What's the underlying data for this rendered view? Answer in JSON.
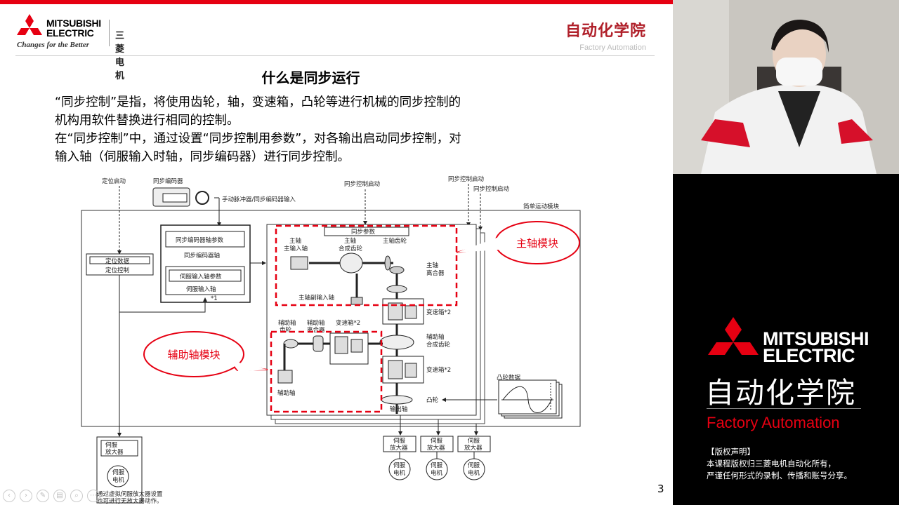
{
  "header": {
    "brand_line1": "MITSUBISHI",
    "brand_line2": "ELECTRIC",
    "brand_cn": "三菱电机",
    "tagline": "Changes for the Better",
    "academy_cn": "自动化学院",
    "academy_en": "Factory Automation"
  },
  "slide": {
    "title": "什么是同步运行",
    "paragraph_lines": [
      "“同步控制”是指，将使用齿轮，轴，变速箱，凸轮等进行机械的同步控制的",
      "机构用软件替换进行相同的控制。",
      "在“同步控制”中，通过设置“同步控制用参数”，对各输出启动同步控制，对",
      "输入轴（伺服输入时轴，同步编码器）进行同步控制。"
    ],
    "page_number": "3"
  },
  "diagram": {
    "labels": {
      "positioning_start": "定位启动",
      "sync_encoder": "同步编码器",
      "manual_pulse": "手动脉冲器/同步编码器输入",
      "sync_start_1": "同步控制启动",
      "sync_start_2": "同步控制启动",
      "sync_start_3": "同步控制启动",
      "simple_motion": "简单运动模块",
      "pos_data": "定位数据",
      "pos_control": "定位控制",
      "enc_axis_param": "同步编码器轴参数",
      "enc_axis": "同步编码器轴",
      "servo_in_param": "伺服输入轴参数",
      "servo_in_axis": "伺服输入轴",
      "note1": "*1",
      "sync_param": "同步参数",
      "main_input_1": "主轴",
      "main_input_2": "主输入轴",
      "main_comp_1": "主轴",
      "main_comp_2": "合成齿轮",
      "main_gear": "主轴齿轮",
      "main_clutch_1": "主轴",
      "main_clutch_2": "离合器",
      "main_sub_input": "主轴副输入轴",
      "gearbox_1": "变速箱*2",
      "aux_gear_1": "辅助轴",
      "aux_gear_2": "齿轮",
      "aux_clutch_1": "辅助轴",
      "aux_clutch_2": "离合器",
      "gearbox_top": "变速箱*2",
      "aux_comp_1": "辅助轴",
      "aux_comp_2": "合成齿轮",
      "gearbox_2": "变速箱*2",
      "aux_axis": "辅助轴",
      "cam": "凸轮",
      "output_axis": "输出轴",
      "cam_data": "凸轮数据",
      "servo_amp_1": "伺服",
      "servo_amp_2": "放大器",
      "servo_motor_1": "伺服",
      "servo_motor_2": "电机",
      "virtual_note_1": "通过虚拟伺服放大器设置",
      "virtual_note_2": "也可进行无放大器动作。"
    },
    "callouts": {
      "main_module": "主轴模块",
      "aux_module": "辅助轴模块"
    },
    "colors": {
      "callout_red": "#e60012"
    }
  },
  "side_panel": {
    "brand_line1": "MITSUBISHI",
    "brand_line2": "ELECTRIC",
    "academy_cn": "自动化学院",
    "academy_en": "Factory Automation",
    "copyright_title": "【版权声明】",
    "copyright_line1": "本课程版权归三菱电机自动化所有，",
    "copyright_line2": "严谨任何形式的录制、传播和账号分享。"
  }
}
